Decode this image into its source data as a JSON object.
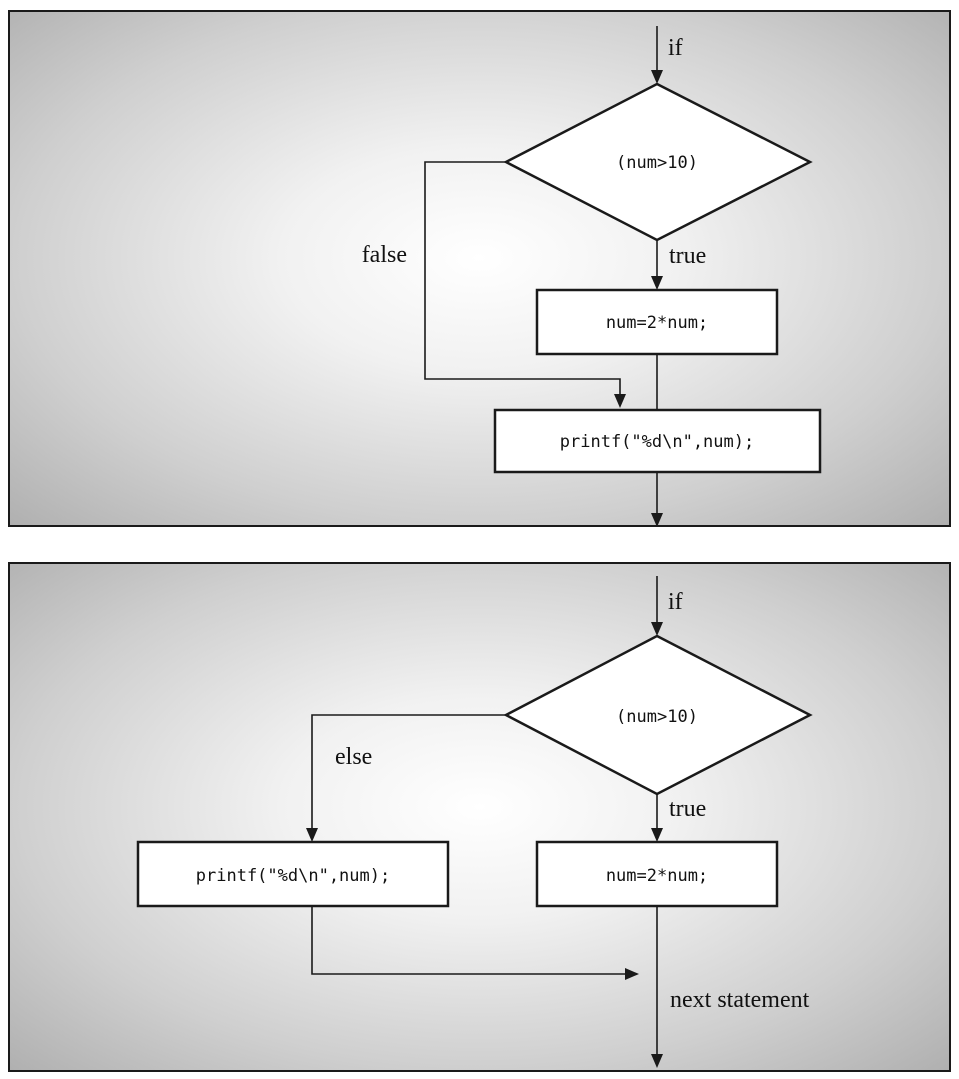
{
  "top_diagram": {
    "entry_label": "if",
    "condition": "(num>10)",
    "false_label": "false",
    "true_label": "true",
    "true_statement": "num=2*num;",
    "next_statement": "printf(\"%d\\n\",num);"
  },
  "bottom_diagram": {
    "entry_label": "if",
    "condition": "(num>10)",
    "else_label": "else",
    "true_label": "true",
    "else_statement": "printf(\"%d\\n\",num);",
    "true_statement": "num=2*num;",
    "exit_label": "next statement"
  }
}
